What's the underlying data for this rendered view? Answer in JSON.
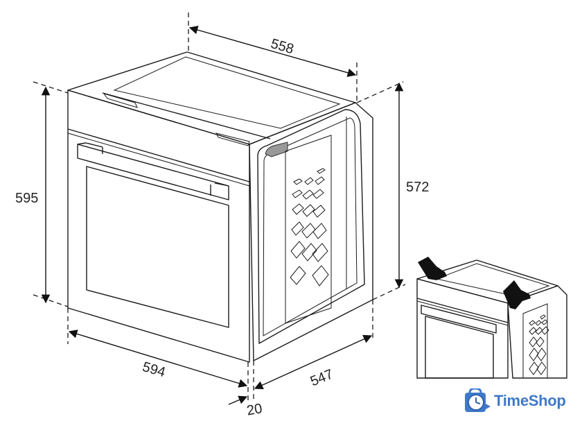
{
  "diagram": {
    "subject": "Built-in oven dimensions",
    "units": "mm",
    "dimensions": {
      "height_front": "595",
      "width_front": "594",
      "depth_top": "558",
      "depth_side": "547",
      "height_side": "572",
      "front_panel_thickness": "20"
    },
    "inset_illustration": "Oven being lifted by two hands"
  },
  "watermark": {
    "brand": "TimeShop",
    "color": "#3f79c9"
  }
}
